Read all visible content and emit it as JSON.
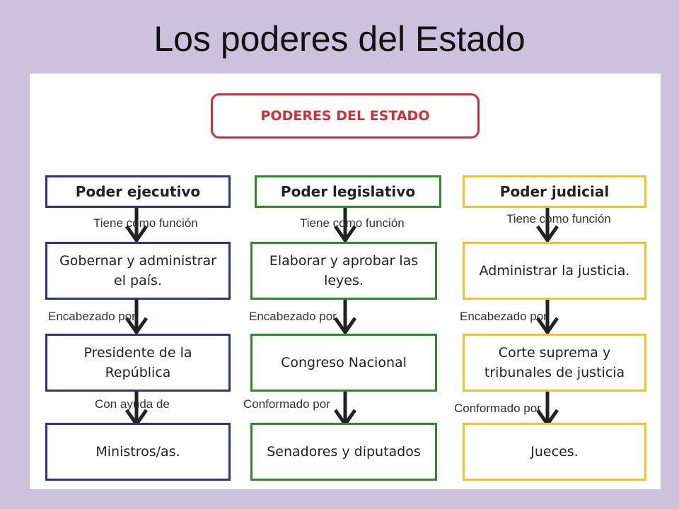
{
  "slide": {
    "title": "Los poderes del Estado"
  },
  "diagram": {
    "root": "PODERES DEL ESTADO",
    "columns": [
      {
        "key": "ejecutivo",
        "color": "#2c3480",
        "head": "Poder ejecutivo",
        "label1": "Tiene como función",
        "funcion": "Gobernar y administrar el país.",
        "label2": "Encabezado por",
        "encabezado": "Presidente de la República",
        "label3": "Con ayuda de",
        "final": "Ministros/as."
      },
      {
        "key": "legislativo",
        "color": "#2f8a2c",
        "head": "Poder legislativo",
        "label1": "Tiene como función",
        "funcion": "Elaborar y aprobar las leyes.",
        "label2": "Encabezado por",
        "encabezado": "Congreso Nacional",
        "label3": "Conformado por",
        "final": "Senadores y diputados"
      },
      {
        "key": "judicial",
        "color": "#f1c232",
        "head": "Poder judicial",
        "label1": "Tiene como función",
        "funcion": "Administrar la justicia.",
        "label2": "Encabezado por",
        "encabezado": "Corte suprema y tribunales de justicia",
        "label3": "Conformado por",
        "final": "Jueces."
      }
    ]
  }
}
